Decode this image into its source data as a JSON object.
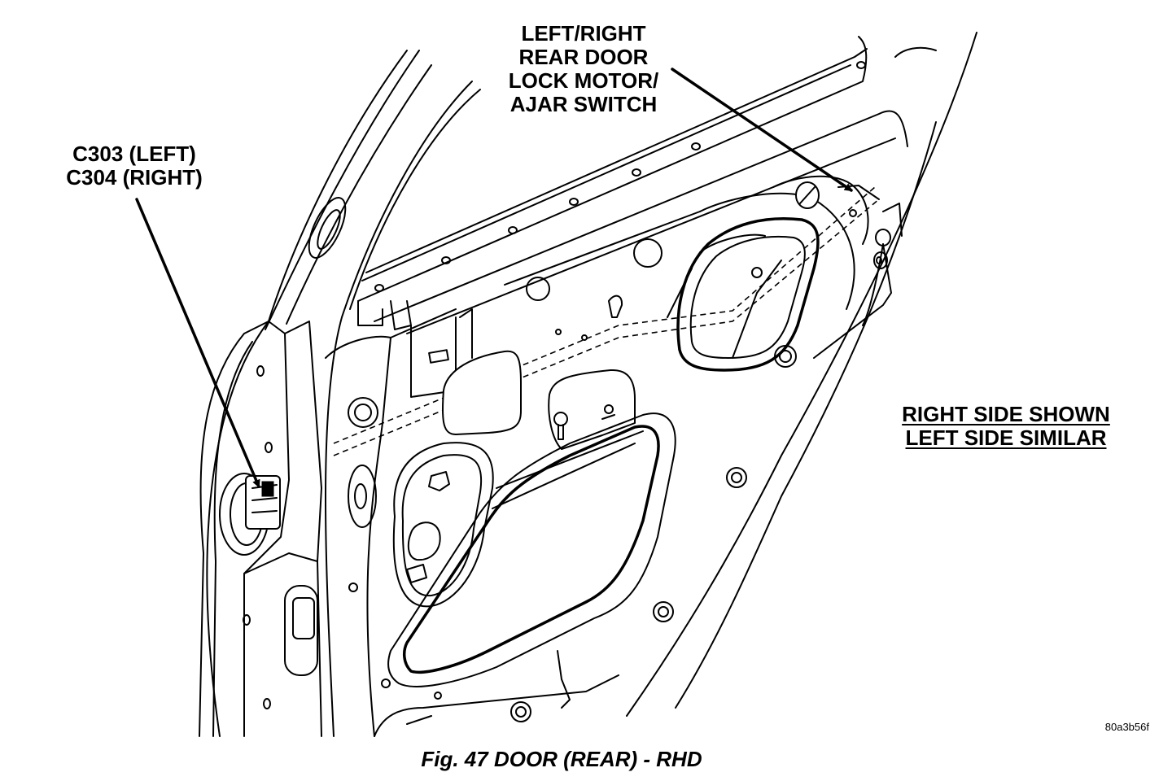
{
  "figure": {
    "caption": "Fig. 47 DOOR (REAR) - RHD",
    "drawing_code": "80a3b56f"
  },
  "callouts": {
    "lock_motor": [
      "LEFT/RIGHT",
      "REAR DOOR",
      "LOCK MOTOR/",
      "AJAR SWITCH"
    ],
    "connector": [
      "C303 (LEFT)",
      "C304 (RIGHT)"
    ],
    "side_note": [
      "RIGHT SIDE SHOWN",
      "LEFT SIDE SIMILAR"
    ]
  }
}
